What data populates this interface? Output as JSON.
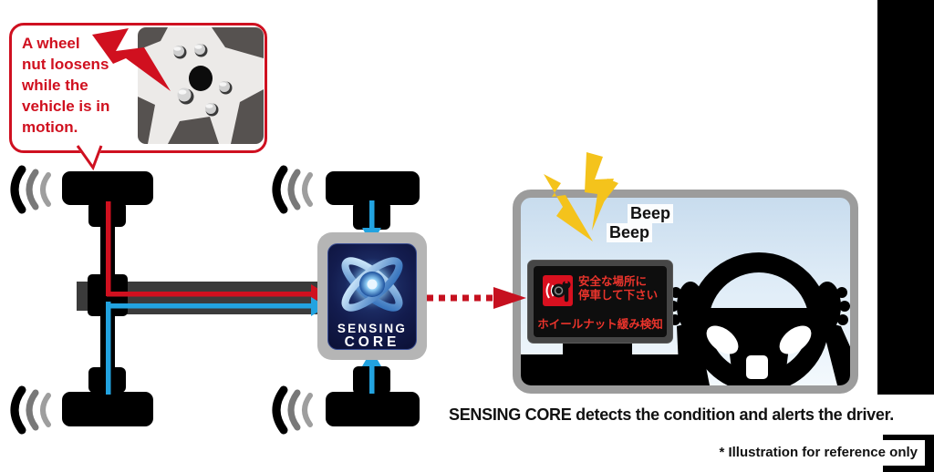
{
  "callout": {
    "text": "A wheel\nnut loosens\nwhile the\nvehicle is in\nmotion."
  },
  "sensing_core": {
    "label_line1": "SENSING",
    "label_line2": "CORE"
  },
  "cockpit": {
    "beep_1": "Beep",
    "beep_2": "Beep",
    "display": {
      "warning_line1": "安全な場所に",
      "warning_line2": "停車して下さい",
      "warning_line3": "ホイールナット緩み検知"
    }
  },
  "caption": "SENSING CORE detects the condition and alerts the driver.",
  "footnote": "* Illustration for reference only",
  "colors": {
    "alert_red": "#d0101f",
    "sensor_blue": "#22a3e0",
    "bolt_yellow": "#f4c31c",
    "core_navy": "#131c4e"
  }
}
